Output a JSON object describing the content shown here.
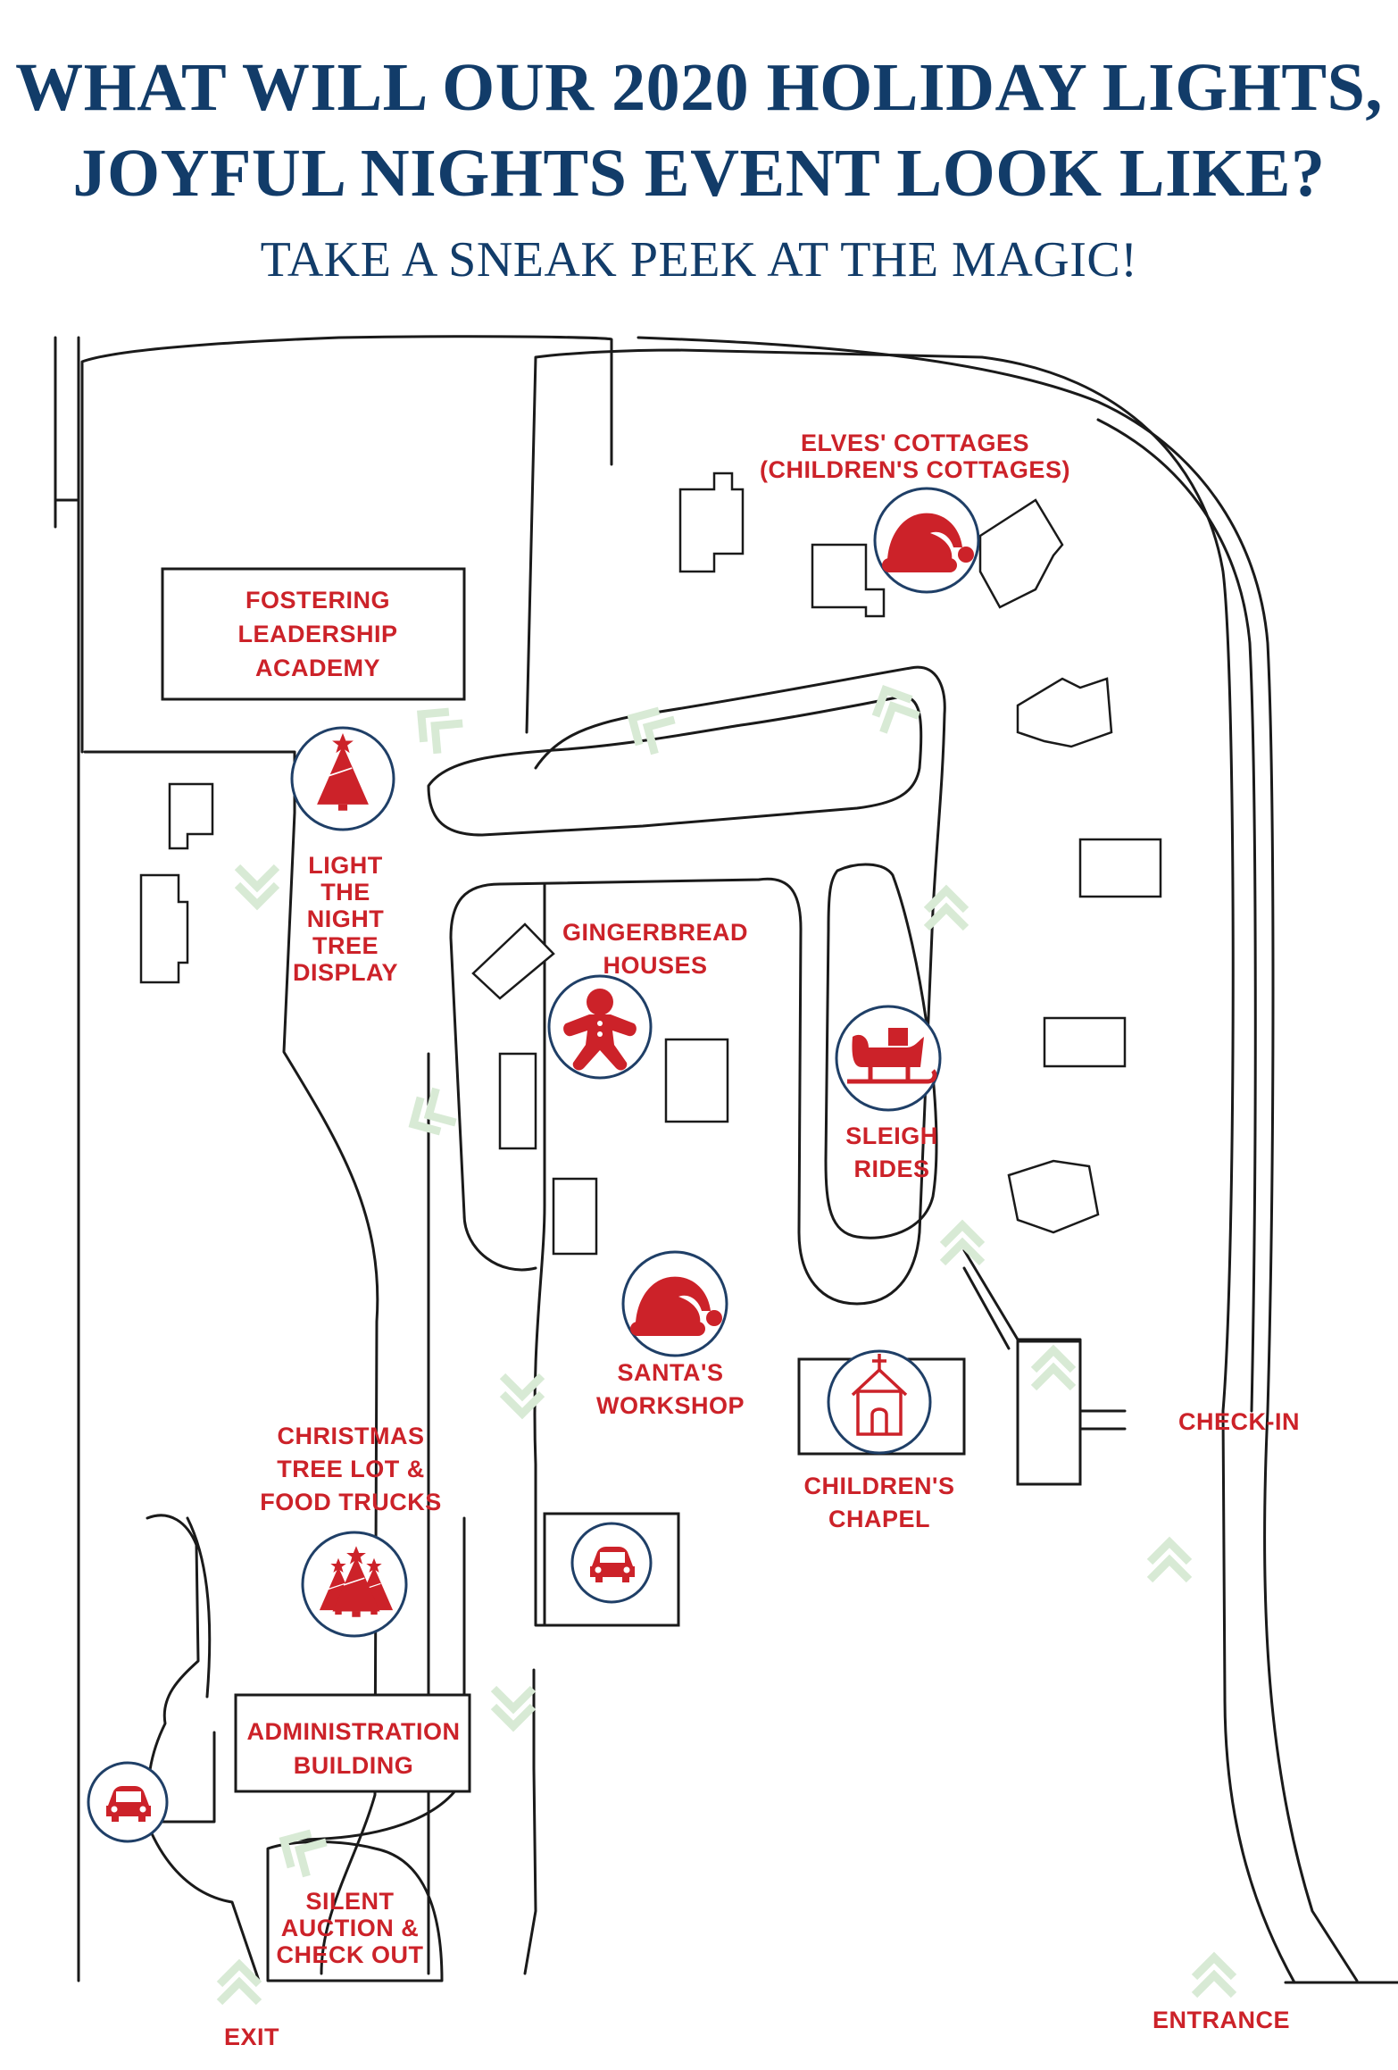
{
  "header": {
    "title_line1": "WHAT WILL OUR 2020 HOLIDAY LIGHTS,",
    "title_line2": "JOYFUL NIGHTS EVENT LOOK LIKE?",
    "subtitle": "TAKE A SNEAK PEEK AT THE MAGIC!"
  },
  "colors": {
    "title": "#123c69",
    "labels": "#cc2229",
    "marker_ring": "#1f3f67",
    "direction_arrows": "#d8ead5",
    "roads": "#1a1a1a"
  },
  "locations": {
    "elves_cottages": {
      "line1": "ELVES' COTTAGES",
      "line2": "(CHILDREN'S COTTAGES)",
      "icon": "santa-hat-icon"
    },
    "fostering_leadership": {
      "line1": "FOSTERING",
      "line2": "LEADERSHIP",
      "line3": "ACADEMY"
    },
    "light_the_night": {
      "line1": "LIGHT",
      "line2": "THE",
      "line3": "NIGHT",
      "line4": "TREE",
      "line5": "DISPLAY",
      "icon": "christmas-tree-icon"
    },
    "gingerbread": {
      "line1": "GINGERBREAD",
      "line2": "HOUSES",
      "icon": "gingerbread-man-icon"
    },
    "sleigh_rides": {
      "line1": "SLEIGH",
      "line2": "RIDES",
      "icon": "sleigh-icon"
    },
    "santas_workshop": {
      "line1": "SANTA'S",
      "line2": "WORKSHOP",
      "icon": "santa-hat-icon"
    },
    "childrens_chapel": {
      "line1": "CHILDREN'S",
      "line2": "CHAPEL",
      "icon": "chapel-icon"
    },
    "check_in": {
      "label": "CHECK-IN"
    },
    "tree_lot": {
      "line1": "CHRISTMAS",
      "line2": "TREE LOT &",
      "line3": "FOOD TRUCKS",
      "icon": "tree-lot-icon"
    },
    "administration": {
      "line1": "ADMINISTRATION",
      "line2": "BUILDING"
    },
    "silent_auction": {
      "line1": "SILENT",
      "line2": "AUCTION &",
      "line3": "CHECK OUT"
    },
    "exit": {
      "label": "EXIT"
    },
    "entrance": {
      "label": "ENTRANCE"
    },
    "parking_icons": [
      "car-icon",
      "car-icon"
    ]
  }
}
